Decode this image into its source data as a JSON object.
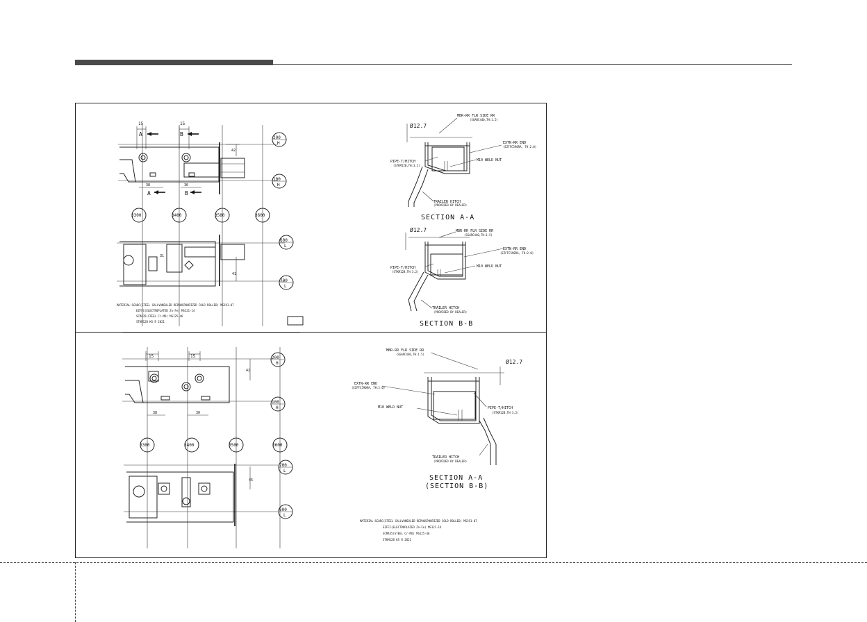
{
  "upper_drawing": {
    "plan_view": {
      "dims": [
        "15",
        "15",
        "42",
        "38",
        "30"
      ],
      "section_marks": [
        "A",
        "B",
        "A",
        "B"
      ],
      "grid_bubbles": [
        {
          "num": "200",
          "letter": "H"
        },
        {
          "num": "100",
          "letter": "H"
        }
      ],
      "x_bubbles": [
        "3300",
        "3400",
        "3500",
        "3600"
      ]
    },
    "side_view": {
      "dims": [
        "31",
        "41"
      ],
      "grid_bubbles": [
        {
          "num": "600",
          "letter": "L"
        },
        {
          "num": "700",
          "letter": "L"
        }
      ]
    },
    "material_notes": [
      "MATERIAL:SGARC(STEEL GALLVANEALED REPHOSPHORIZED COLD ROLLED) MS191-07",
      "EZFFC(ELECTROPLATED Zn-Fe) MS121-14",
      "SCM435(STEEL Cr-MO) MS125-46",
      "STKM12B KS R 2021"
    ],
    "section_aa": {
      "dia": "Ø12.7",
      "labels": [
        "MBR-RR FLR SIDE RR",
        "(SGARC440,TH:1.5)",
        "EXTN-RR END",
        "(EZFFC590RA, TH:2.0)",
        "PIPE-T/HITCH",
        "(STKM12B,TH:3.2)",
        "M10 WELD NUT",
        "TRAILER HITCH",
        "(PROVIDED BY DEALER)"
      ],
      "title": "SECTION A-A"
    },
    "section_bb": {
      "dia": "Ø12.7",
      "labels": [
        "MBR-RR FLR SIDE RR",
        "(SGARC440,TH:1.5)",
        "EXTN-RR END",
        "(EZFFC590RA, TH:2.0)",
        "PIPE-T/HITCH",
        "(STKM12B,TH:3.2)",
        "M10 WELD NUT",
        "TRAILER HITCH",
        "(PROVIDED BY DEALER)"
      ],
      "title": "SECTION B-B"
    }
  },
  "lower_drawing": {
    "plan_view": {
      "dims": [
        "15",
        "15",
        "42",
        "38",
        "30"
      ],
      "grid_bubbles": [
        {
          "num": "200",
          "letter": "H"
        },
        {
          "num": "100",
          "letter": "H"
        }
      ],
      "x_bubbles": [
        "3300",
        "3400",
        "3500",
        "3600"
      ]
    },
    "side_view": {
      "dims": [
        "45"
      ],
      "grid_bubbles": [
        {
          "num": "700",
          "letter": "L"
        },
        {
          "num": "600",
          "letter": "L"
        }
      ]
    },
    "section": {
      "dia": "Ø12.7",
      "labels": [
        "MBR-RR FLR SIDE RR",
        "(SGARC440,TH:1.5)",
        "EXTN-RR END",
        "(EZFFC590RA, TH:2.0)",
        "M10 WELD NUT",
        "PIPE-T/HITCH",
        "(STKM12B,TH:3.2)",
        "TRAILER HITCH",
        "(PROVIDED BY DEALER)"
      ],
      "title": "SECTION A-A",
      "subtitle": "(SECTION B-B)"
    },
    "material_notes": [
      "MATERIAL:SGARC(STEEL GALLVANEALED REPHOSPHORIZED COLD ROLLED) MS191-07",
      "EZFFC(ELECTROPLATED Zn-Fe) MS121-14",
      "SCM435(STEEL Cr-MO) MS125-46",
      "STKM12B KS R 2021"
    ]
  }
}
